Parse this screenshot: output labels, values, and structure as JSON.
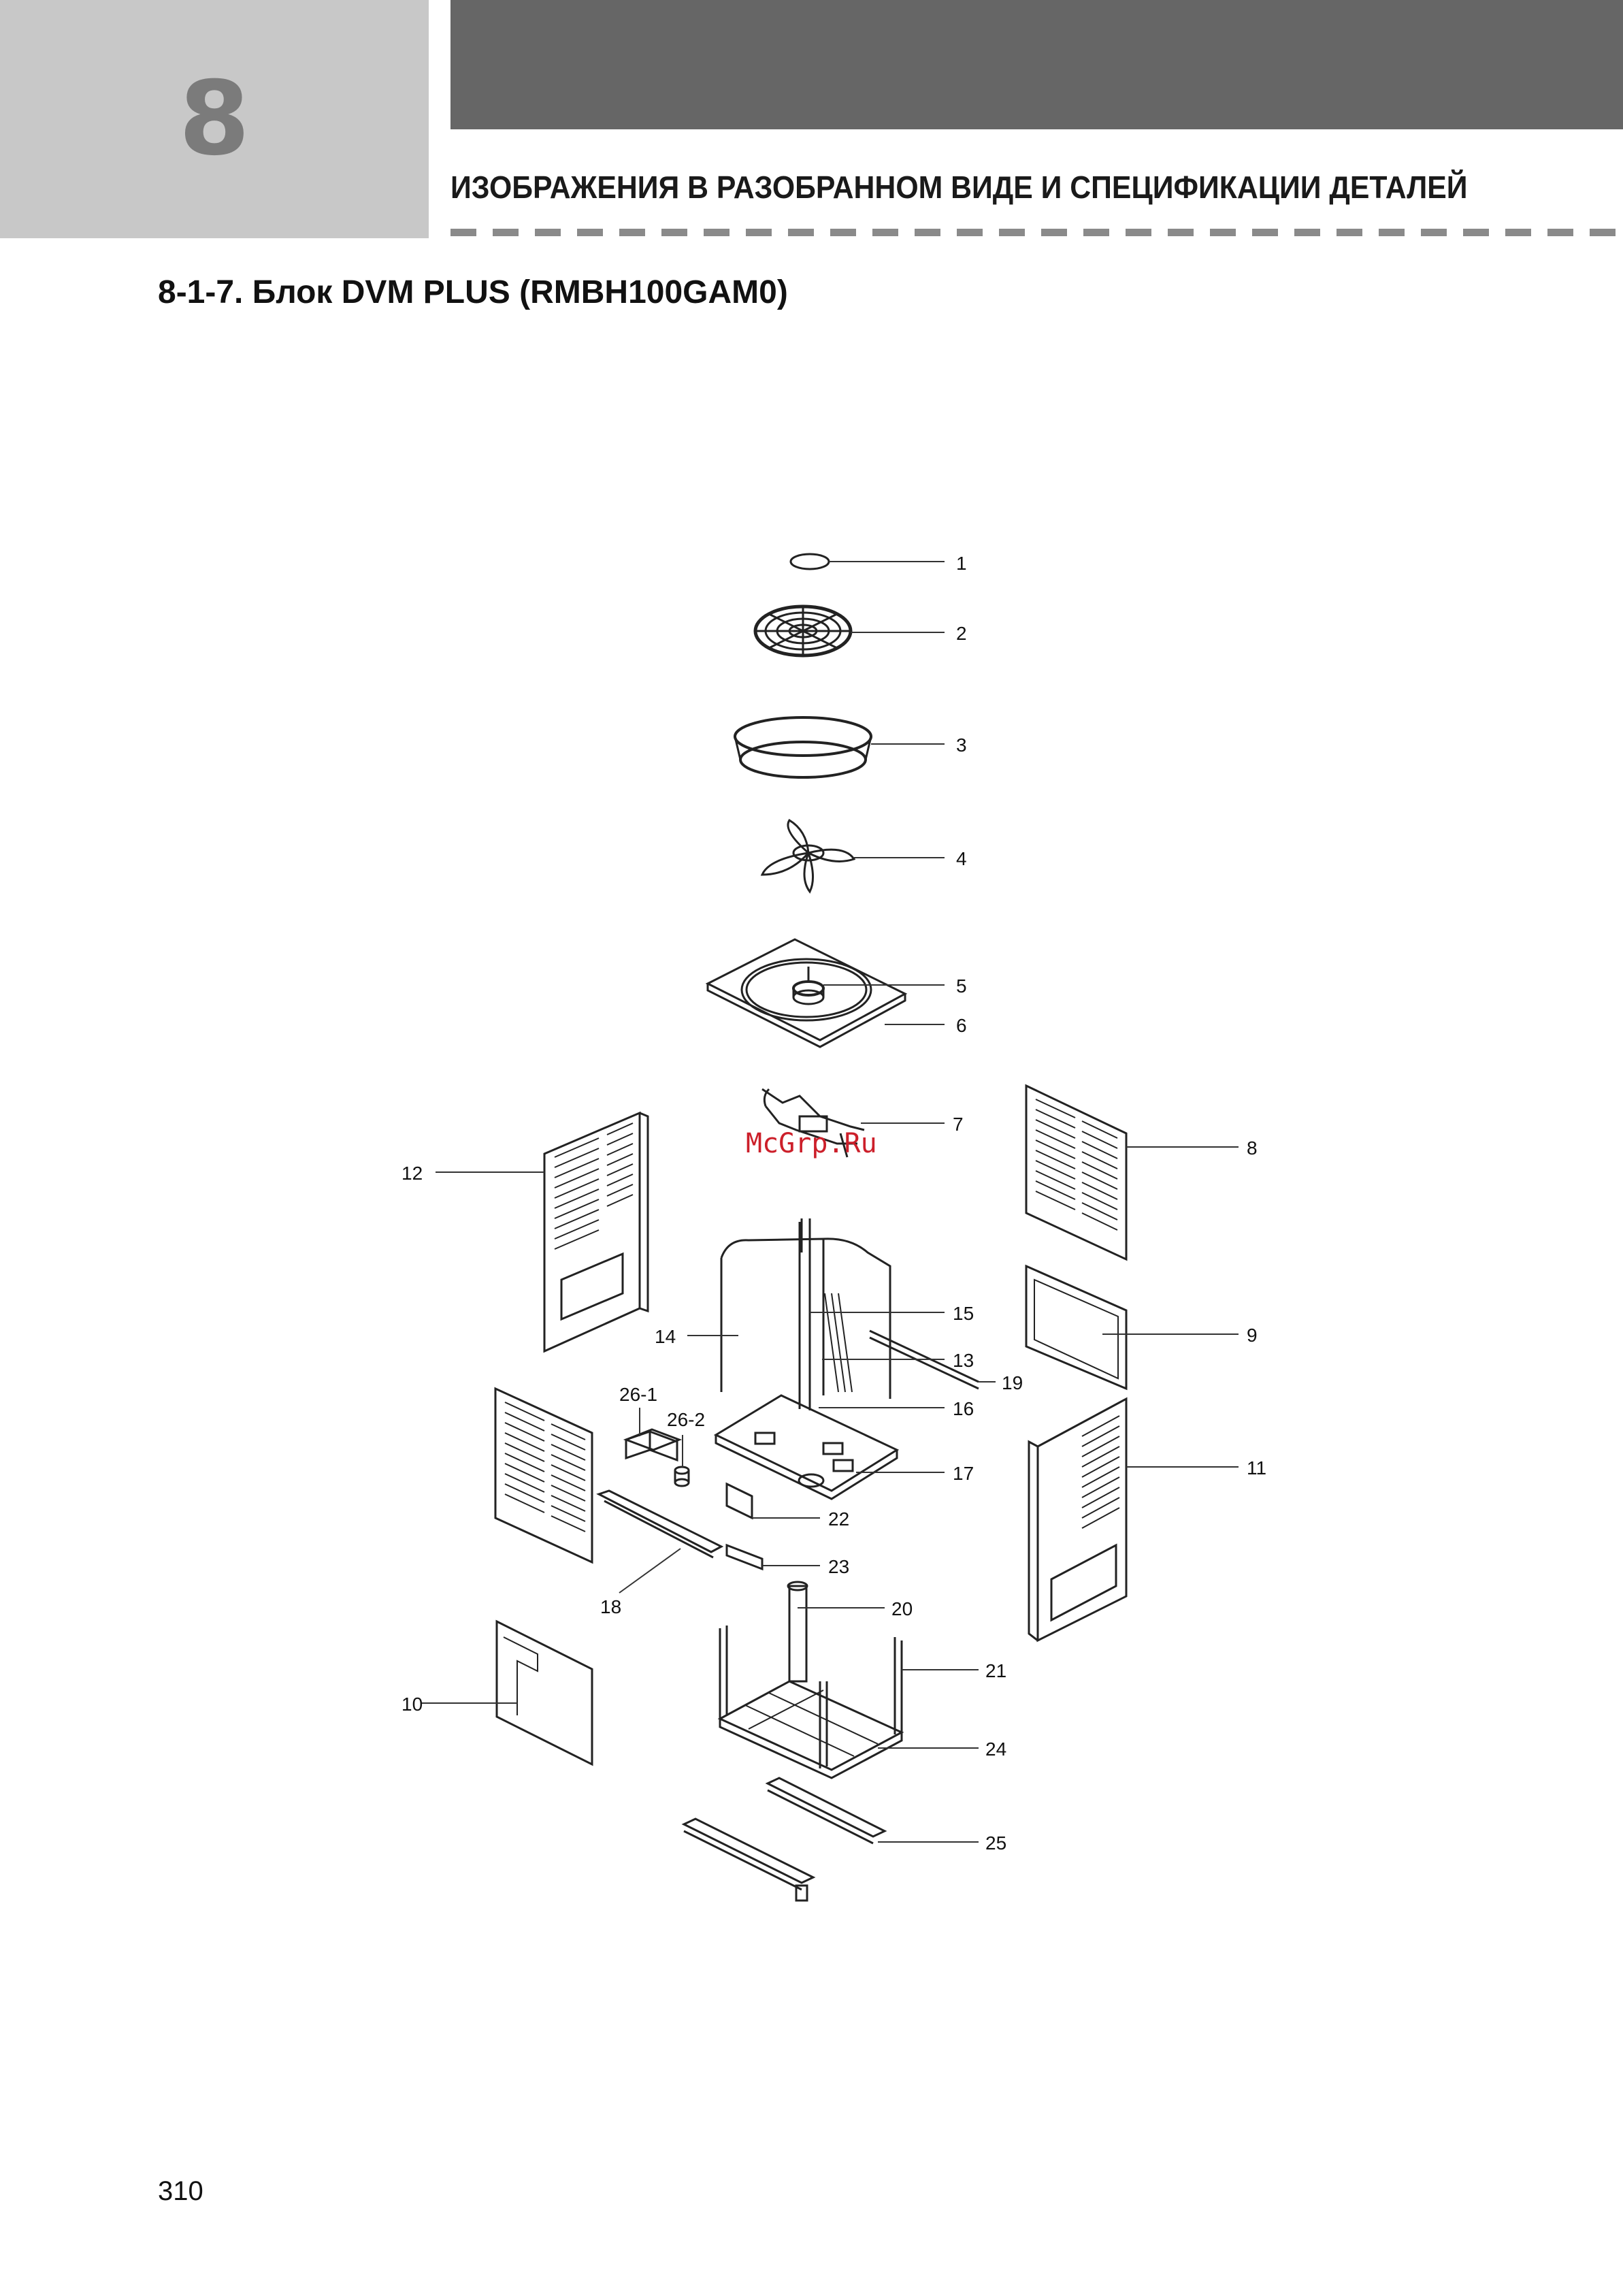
{
  "header": {
    "chapter_number": "8",
    "chapter_title": "ИЗОБРАЖЕНИЯ В РАЗОБРАННОМ ВИДЕ И СПЕЦИФИКАЦИИ ДЕТАЛЕЙ"
  },
  "section_title": "8-1-7. Блок DVM PLUS (RMBH100GAM0)",
  "watermark": "McGrp.Ru",
  "page_number": "310",
  "part_labels": [
    {
      "id": "p1",
      "text": "1"
    },
    {
      "id": "p2",
      "text": "2"
    },
    {
      "id": "p3",
      "text": "3"
    },
    {
      "id": "p4",
      "text": "4"
    },
    {
      "id": "p5",
      "text": "5"
    },
    {
      "id": "p6",
      "text": "6"
    },
    {
      "id": "p7",
      "text": "7"
    },
    {
      "id": "p8",
      "text": "8"
    },
    {
      "id": "p9",
      "text": "9"
    },
    {
      "id": "p10",
      "text": "10"
    },
    {
      "id": "p11",
      "text": "11"
    },
    {
      "id": "p12",
      "text": "12"
    },
    {
      "id": "p13",
      "text": "13"
    },
    {
      "id": "p14",
      "text": "14"
    },
    {
      "id": "p15",
      "text": "15"
    },
    {
      "id": "p16",
      "text": "16"
    },
    {
      "id": "p17",
      "text": "17"
    },
    {
      "id": "p18",
      "text": "18"
    },
    {
      "id": "p19",
      "text": "19"
    },
    {
      "id": "p20",
      "text": "20"
    },
    {
      "id": "p21",
      "text": "21"
    },
    {
      "id": "p22",
      "text": "22"
    },
    {
      "id": "p23",
      "text": "23"
    },
    {
      "id": "p24",
      "text": "24"
    },
    {
      "id": "p25",
      "text": "25"
    },
    {
      "id": "p26-1",
      "text": "26-1"
    },
    {
      "id": "p26-2",
      "text": "26-2"
    }
  ]
}
